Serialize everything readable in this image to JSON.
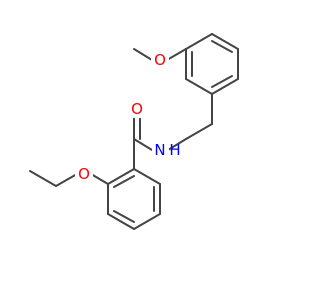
{
  "molecule": {
    "labels": {
      "carbonyl_oxygen": "O",
      "amide_nitrogen": "N",
      "amide_hydrogen": "H",
      "top_ether_oxygen": "O",
      "bottom_ether_oxygen": "O"
    },
    "colors": {
      "bond": "#444444",
      "oxygen": "#ff0000",
      "nitrogen": "#0000ff"
    }
  }
}
